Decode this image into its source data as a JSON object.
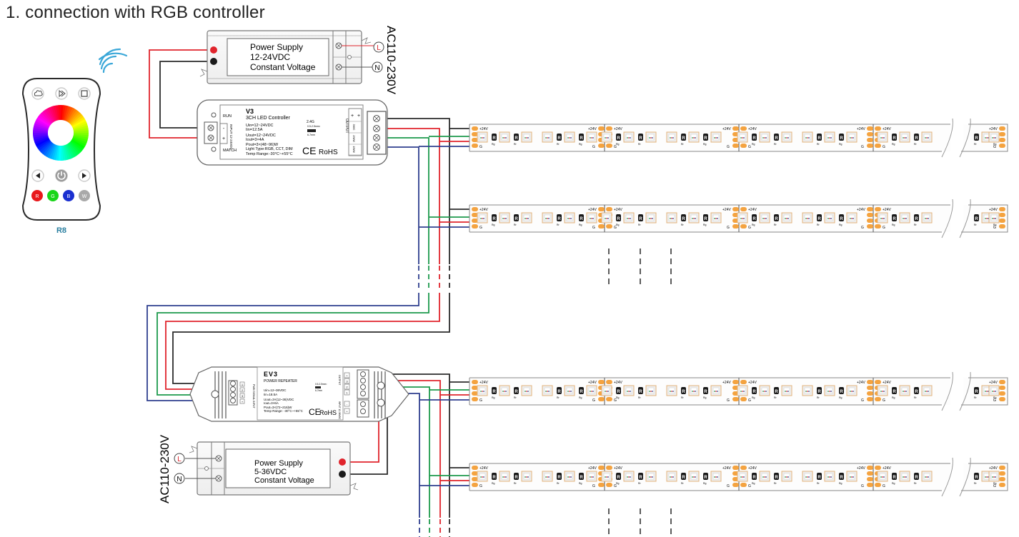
{
  "title": "1. connection with RGB controller",
  "colors": {
    "wire_black": "#2b2b2b",
    "wire_red": "#e0242c",
    "wire_green": "#1d9a4c",
    "wire_blue": "#2f3f8f",
    "pad_orange": "#f4a340",
    "wifi_blue": "#3aa7d8",
    "remote_label": "#2a7fa0"
  },
  "remote": {
    "model": "R8",
    "top_buttons": [
      "mode-icon",
      "play-speed-icon",
      "save-icon"
    ],
    "nav_buttons": [
      "left-arrow-icon",
      "power-icon",
      "right-arrow-icon"
    ],
    "color_buttons": [
      {
        "label": "R",
        "color": "#e8181c"
      },
      {
        "label": "G",
        "color": "#19d619"
      },
      {
        "label": "B",
        "color": "#1a2fd0"
      },
      {
        "label": "W",
        "color": "#a9a9a9"
      }
    ]
  },
  "power_supply_1": {
    "line1": "Power Supply",
    "line2": "12-24VDC",
    "line3": "Constant Voltage",
    "ac_label": "AC110-230V",
    "l_label": "L",
    "n_label": "N"
  },
  "controller": {
    "model": "V3",
    "name": "3CH LED Controller",
    "specs": [
      "Uin=12~24VDC",
      "Iin=12.5A",
      "Uout=12~24VDC",
      "Iout=3×4A",
      "Pout=3×(48~96)W",
      "Light Type:RGB, CCT, DIM",
      "Temp Range:-30°C~+55°C"
    ],
    "run_label": "RUN",
    "match_label": "MATCH",
    "input_label": "INPUT 12-24VDC",
    "output_label": "OUTPUT",
    "output_channels": [
      "+",
      "3/WC",
      "2/WW",
      "1/WW"
    ],
    "rf_label": "2.4G",
    "wire_spec_top": "0.5-2.5mm²",
    "wire_spec_bottom": "6-7mm",
    "ce": "CE",
    "rohs": "RoHS",
    "minus": "-",
    "plus": "+"
  },
  "repeater": {
    "model": "EV3",
    "name": "POWER REPEATER",
    "specs": [
      "Uin=12~36VDC",
      "Iin=18.5A",
      "Uout=3×(12~36)VDC",
      "Iout=3×6A",
      "Pout=3×(72~216)W",
      "Temp Range: -30°C~+55°C"
    ],
    "input_label": "PWM SIGNAL INPUT",
    "output_label": "OUTPUT",
    "power_input_label": "INPUT 12-36VDC",
    "input_channels": [
      "1",
      "2",
      "3",
      "+"
    ],
    "output_channels": [
      "+",
      "3",
      "2",
      "1"
    ],
    "power_channels": [
      "-",
      "+"
    ],
    "wire_spec_top": "0.5-2.5mm²",
    "wire_spec_bottom": "6-7mm",
    "ce": "CE",
    "rohs": "RoHS"
  },
  "power_supply_2": {
    "line1": "Power Supply",
    "line2": "5-36VDC",
    "line3": "Constant Voltage",
    "ac_label": "AC110-230V",
    "l_label": "L",
    "n_label": "N"
  },
  "led_strip": {
    "voltage_label": "+24V",
    "ground_label": "G",
    "resistor_label": "R",
    "pad_labels": [
      "B",
      "R"
    ],
    "resistor_sublabels": [
      "Rg",
      "Rr",
      "Rb"
    ],
    "strip_count": 4
  }
}
